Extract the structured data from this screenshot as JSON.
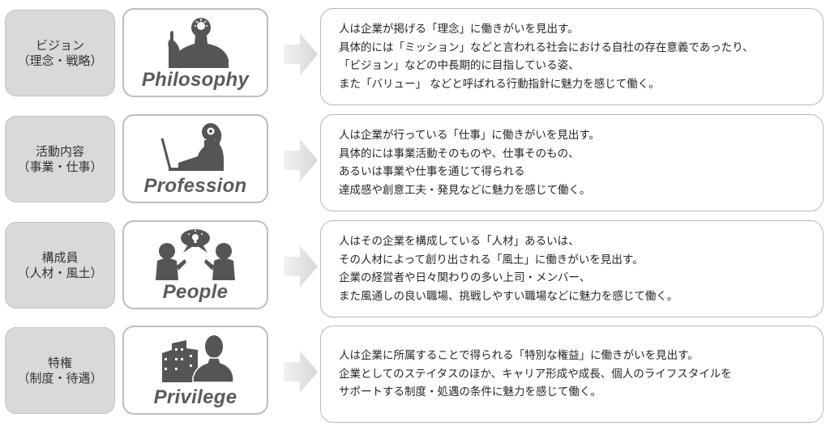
{
  "rows": [
    {
      "label_main": "ビジョン",
      "label_sub": "（理念・戦略）",
      "icon": "thinker-idea-icon",
      "caption": "Philosophy",
      "lines": [
        "人は企業が掲げる「理念」に働きがいを見出す。",
        "具体的には「ミッション」などと言われる社会における自社の存在意義であったり、",
        "「ビジョン」などの中長期的に目指している姿、",
        "また「バリュー」 などと呼ばれる行動指針に魅力を感じて働く。"
      ]
    },
    {
      "label_main": "活動内容",
      "label_sub": "（事業・仕事）",
      "icon": "worker-laptop-icon",
      "caption": "Profession",
      "lines": [
        "人は企業が行っている「仕事」に働きがいを見出す。",
        "具体的には事業活動そのものや、仕事そのもの、",
        "あるいは事業や仕事を通じて得られる",
        "達成感や創意工夫・発見などに魅力を感じて働く。"
      ]
    },
    {
      "label_main": "構成員",
      "label_sub": "（人材・風土）",
      "icon": "people-conversation-icon",
      "caption": "People",
      "lines": [
        "人はその企業を構成している「人材」あるいは、",
        "その人材によって創り出される「風土」に働きがいを見出す。",
        "企業の経営者や日々関わりの多い上司・メンバー、",
        "また風通しの良い職場、挑戦しやすい職場などに魅力を感じて働く。"
      ]
    },
    {
      "label_main": "特権",
      "label_sub": "（制度・待遇）",
      "icon": "buildings-person-icon",
      "caption": "Privilege",
      "lines": [
        "人は企業に所属することで得られる「特別な権益」に働きがいを見出す。",
        "企業としてのステイタスのほか、キャリア形成や成長、個人のライフスタイルを",
        "サポートする制度・処遇の条件に魅力を感じて働く。"
      ]
    }
  ],
  "colors": {
    "label_bg": "#d9d9d9",
    "icon_fill": "#555555",
    "arrow": "#e0e0e0",
    "border": "#b8b8b8"
  }
}
